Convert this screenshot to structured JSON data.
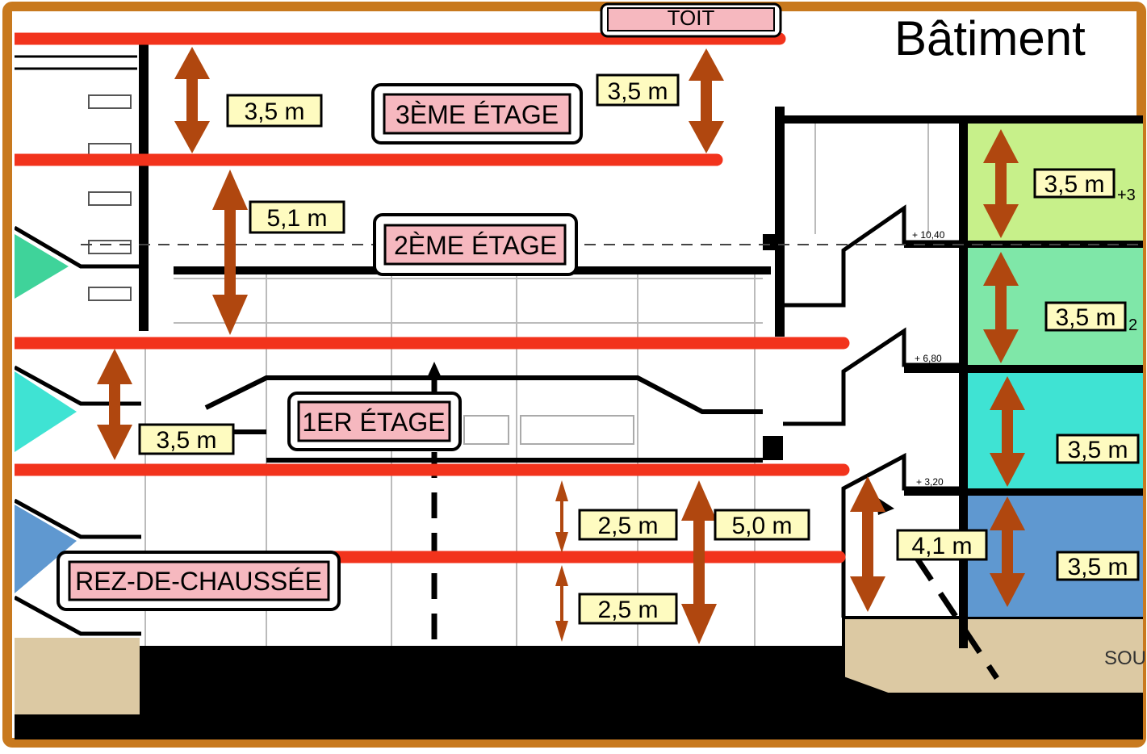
{
  "diagram": {
    "title": "Bâtiment",
    "floor_labels": {
      "top_partial": "TOIT",
      "third": "3ÈME ÉTAGE",
      "second": "2ÈME ÉTAGE",
      "first": "1ER ÉTAGE",
      "ground": "REZ-DE-CHAUSSÉE"
    },
    "dimensions": {
      "left_top": "3,5 m",
      "right_top": "3,5 m",
      "second": "5,1 m",
      "first": "3,5 m",
      "ground_upper": "2,5 m",
      "ground_lower": "2,5 m",
      "ground_total": "5,0 m",
      "right_low": "4,1 m",
      "stack_1": "3,5 m",
      "stack_2": "3,5 m",
      "stack_3": "3,5 m",
      "stack_4": "3,5 m"
    },
    "elevations": {
      "e1": "+ 10,40",
      "e2": "+ 6,80",
      "e3": "+ 3,20"
    },
    "side_marks": {
      "m1": "+3",
      "m2": "2"
    },
    "basement_label": "SOU",
    "colors": {
      "frame": "#c8791e",
      "floor_line": "#f2331c",
      "arrow": "#b0470f",
      "label_fill": "#f6b8bf",
      "dim_fill": "#fefbc0",
      "green_light": "#c7f08a",
      "green_mint": "#7fe7a8",
      "cyan": "#3fe3d3",
      "blue": "#5f98d0",
      "ground": "#dcc9a3"
    }
  }
}
